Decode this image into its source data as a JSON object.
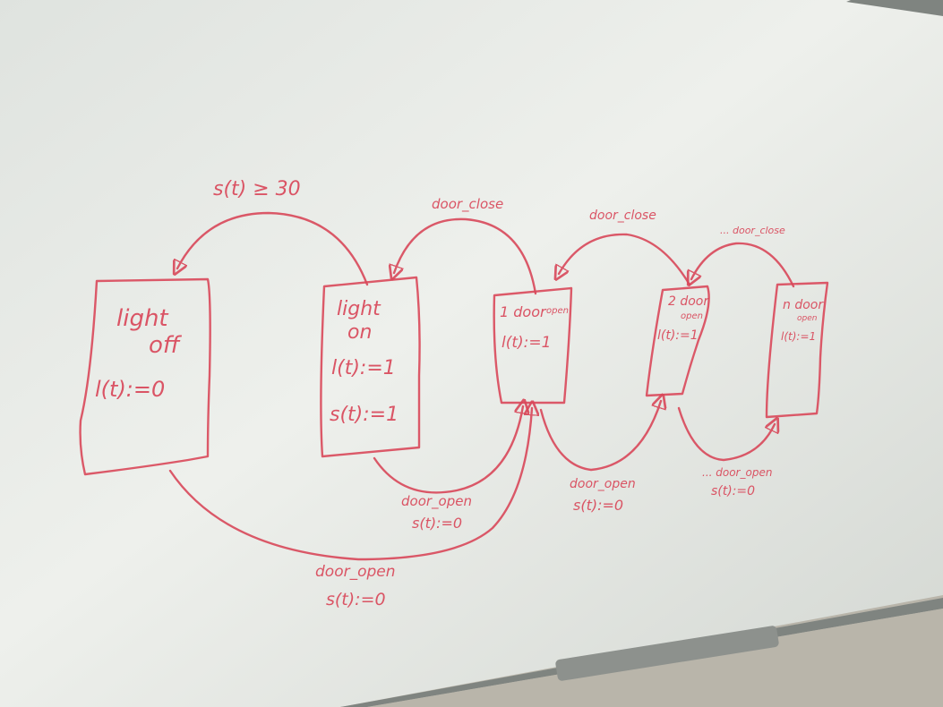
{
  "states": {
    "light_off": {
      "title_line1": "light",
      "title_line2": "off",
      "assignment": "l(t):=0"
    },
    "light_on": {
      "title_line1": "light",
      "title_line2": "on",
      "assignment_l": "l(t):=1",
      "assignment_s": "s(t):=1"
    },
    "one_door": {
      "title": "1 door",
      "subtitle": "open",
      "assignment": "l(t):=1"
    },
    "two_door": {
      "title": "2 door",
      "subtitle": "open",
      "assignment": "l(t):=1"
    },
    "n_door": {
      "title": "n door",
      "subtitle": "open",
      "assignment": "l(t):=1"
    }
  },
  "transitions": {
    "timeout_label": "s(t) ≥ 30",
    "close_1": "door_close",
    "close_2": "door_close",
    "close_n": "... door_close",
    "open_from_on": "door_open",
    "open_from_on_reset": "s(t):=0",
    "open_from_off": "door_open",
    "open_from_off_reset": "s(t):=0",
    "open_1_to_2": "door_open",
    "open_1_to_2_reset": "s(t):=0",
    "open_2_to_n": "... door_open",
    "open_2_to_n_reset": "s(t):=0"
  },
  "colors": {
    "ink": "#d9485a",
    "board": "#e9ece6",
    "frame": "#7f8480"
  }
}
